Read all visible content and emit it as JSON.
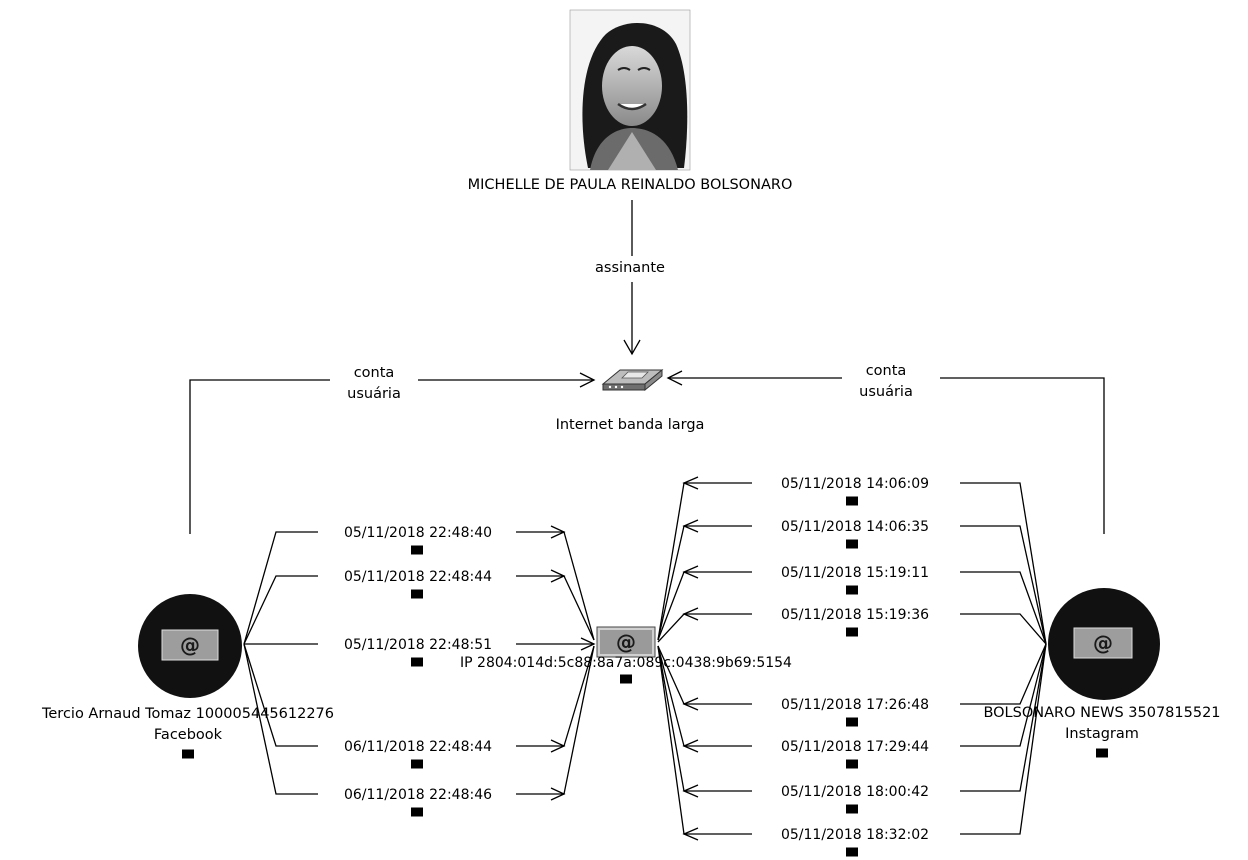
{
  "nodes": {
    "person": {
      "name": "MICHELLE DE PAULA REINALDO BOLSONARO",
      "icon": "person-photo"
    },
    "internet": {
      "name": "Internet banda larga",
      "icon": "modem-icon"
    },
    "ip": {
      "name": "IP 2804:014d:5c88:8a7a:089c:0438:9b69:5154",
      "icon": "at-icon"
    },
    "facebook": {
      "name": "Tercio Arnaud Tomaz 100005445612276",
      "subtitle": "Facebook",
      "icon": "at-circle-icon"
    },
    "instagram": {
      "name": "BOLSONARO NEWS 3507815521",
      "subtitle": "Instagram",
      "icon": "at-circle-icon"
    }
  },
  "edges": {
    "subscriber": "assinante",
    "facebook_account": {
      "line1": "conta",
      "line2": "usuária"
    },
    "instagram_account": {
      "line1": "conta",
      "line2": "usuária"
    }
  },
  "facebook_accesses": [
    "05/11/2018 22:48:40",
    "05/11/2018 22:48:44",
    "05/11/2018 22:48:51",
    "06/11/2018 22:48:44",
    "06/11/2018 22:48:46"
  ],
  "instagram_accesses": [
    "05/11/2018 14:06:09",
    "05/11/2018 14:06:35",
    "05/11/2018 15:19:11",
    "05/11/2018 15:19:36",
    "05/11/2018 17:26:48",
    "05/11/2018 17:29:44",
    "05/11/2018 18:00:42",
    "05/11/2018 18:32:02"
  ],
  "colors": {
    "line": "#000000",
    "background": "#ffffff",
    "node_dark": "#111111"
  }
}
